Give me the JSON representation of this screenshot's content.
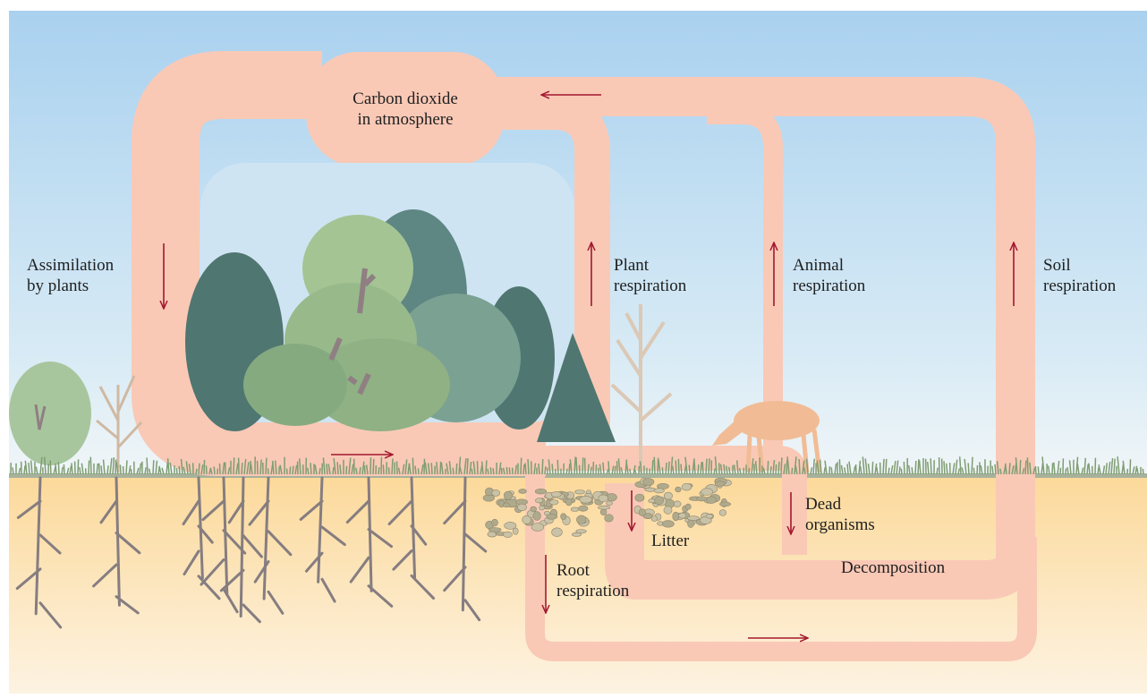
{
  "labels": {
    "atmosphere_line1": "Carbon dioxide",
    "atmosphere_line2": "in atmosphere",
    "assimilation_line1": "Assimilation",
    "assimilation_line2": "by plants",
    "plant_resp_line1": "Plant",
    "plant_resp_line2": "respiration",
    "animal_resp_line1": "Animal",
    "animal_resp_line2": "respiration",
    "soil_resp_line1": "Soil",
    "soil_resp_line2": "respiration",
    "dead_line1": "Dead",
    "dead_line2": "organisms",
    "litter": "Litter",
    "decomposition": "Decomposition",
    "root_resp_line1": "Root",
    "root_resp_line2": "respiration"
  },
  "colors": {
    "flow_band": "#f9c9b6",
    "arrow": "#a3172e",
    "sky_top": "#a9d1ef",
    "sky_bottom": "#f1f6f8",
    "soil_top": "#fcd99a",
    "soil_bottom": "#fdf3e2",
    "grass": "#7f9d73",
    "root": "#857d80",
    "litter": "#a59f83",
    "deer": "#f1bc95"
  }
}
